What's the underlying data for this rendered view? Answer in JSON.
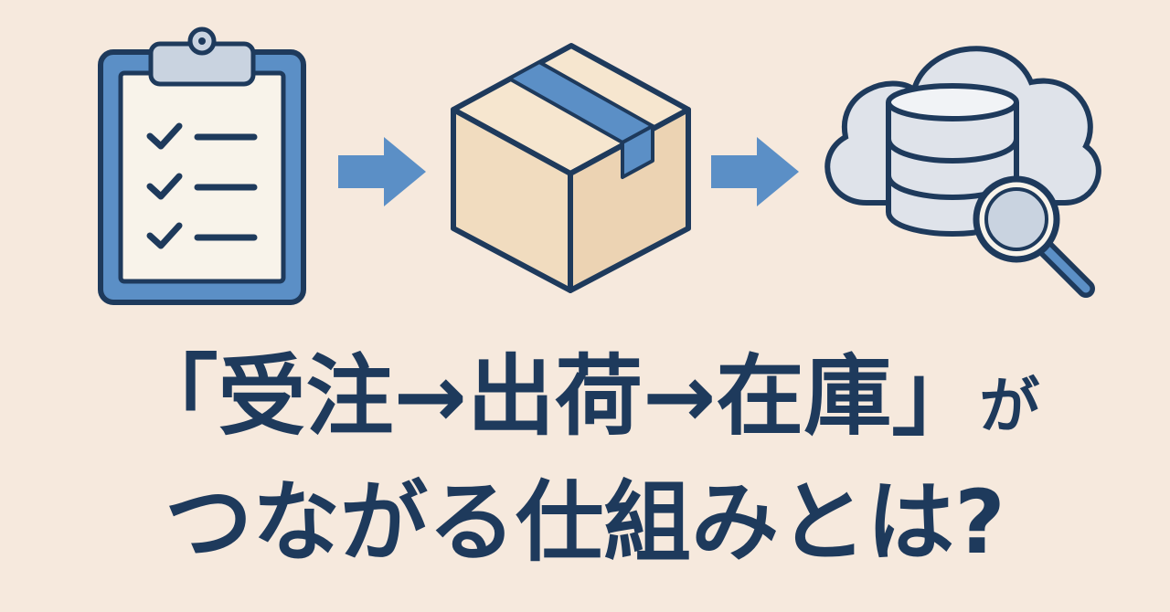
{
  "headline": {
    "line1": "「受注→出荷→在庫」",
    "line1_suffix": "が",
    "line2": "つながる仕組みとは?"
  },
  "icons": [
    "clipboard-checklist-icon",
    "arrow-right-icon",
    "cardboard-box-icon",
    "arrow-right-icon",
    "cloud-database-search-icon"
  ],
  "colors": {
    "background": "#f6e9dd",
    "navy": "#1e3a5c",
    "blue": "#5b8fc6",
    "light_blue": "#a9c6e4",
    "box_tan": "#f1dcbf",
    "paper": "#f8f3ea",
    "cloud": "#dfe3ea"
  }
}
